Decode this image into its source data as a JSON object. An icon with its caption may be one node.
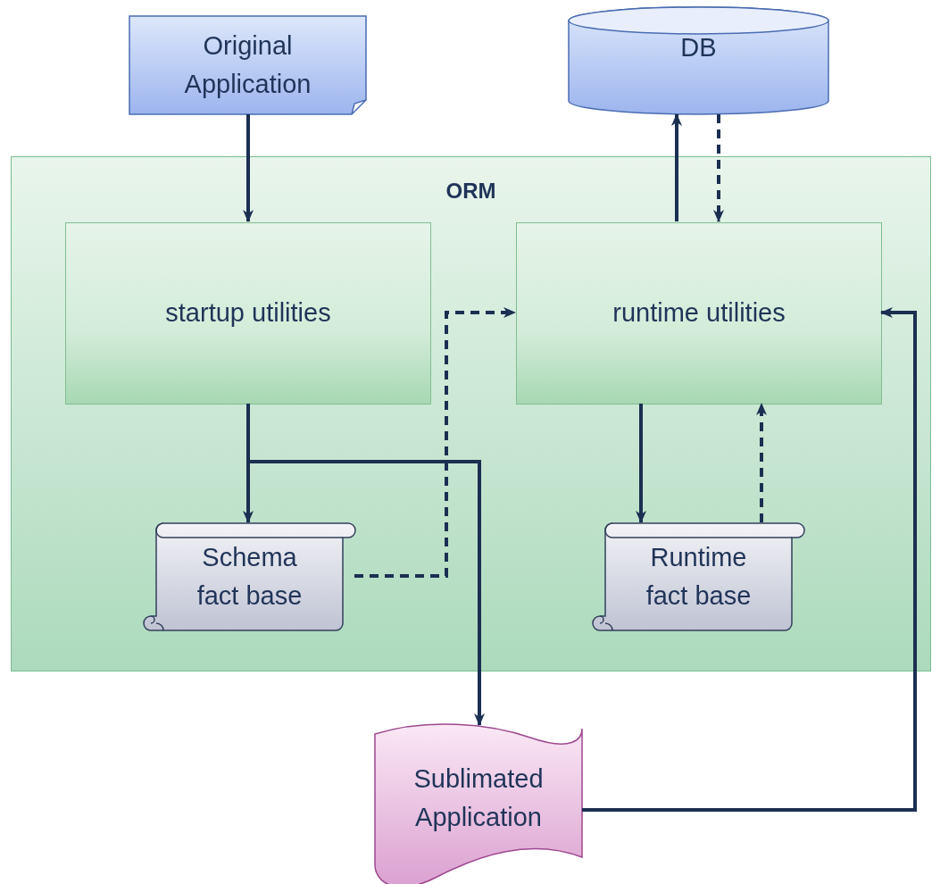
{
  "diagram": {
    "nodes": [
      {
        "text": [
          "Original Application"
        ]
      },
      {
        "text": [
          "DB"
        ]
      },
      {
        "text": [
          "ORM"
        ]
      },
      {
        "text": [
          "startup utilities"
        ],
        "in": 2
      },
      {
        "text": [
          "runtime utilities"
        ],
        "in": 2
      },
      {
        "text": [
          "Schema fact base"
        ],
        "in": 2
      },
      {
        "text": [
          "Runtime fact base"
        ],
        "in": 2
      },
      {
        "text": [
          "Sublimated Application"
        ]
      }
    ],
    "edges": [
      {
        "from": 0,
        "to": 3,
        "arrow": "to"
      },
      {
        "from": 4,
        "to": 1,
        "arrow": "to"
      },
      {
        "from": 1,
        "to": 4,
        "arrow": "to",
        "style": "dashed"
      },
      {
        "from": 3,
        "to": 5,
        "arrow": "to"
      },
      {
        "from": 3,
        "to": 7,
        "arrow": "to"
      },
      {
        "from": 5,
        "to": 4,
        "arrow": "to",
        "style": "dashed"
      },
      {
        "from": 4,
        "to": 6,
        "arrow": "to"
      },
      {
        "from": 6,
        "to": 4,
        "arrow": "to",
        "style": "dashed"
      },
      {
        "from": 7,
        "to": 4,
        "arrow": "to"
      }
    ]
  }
}
